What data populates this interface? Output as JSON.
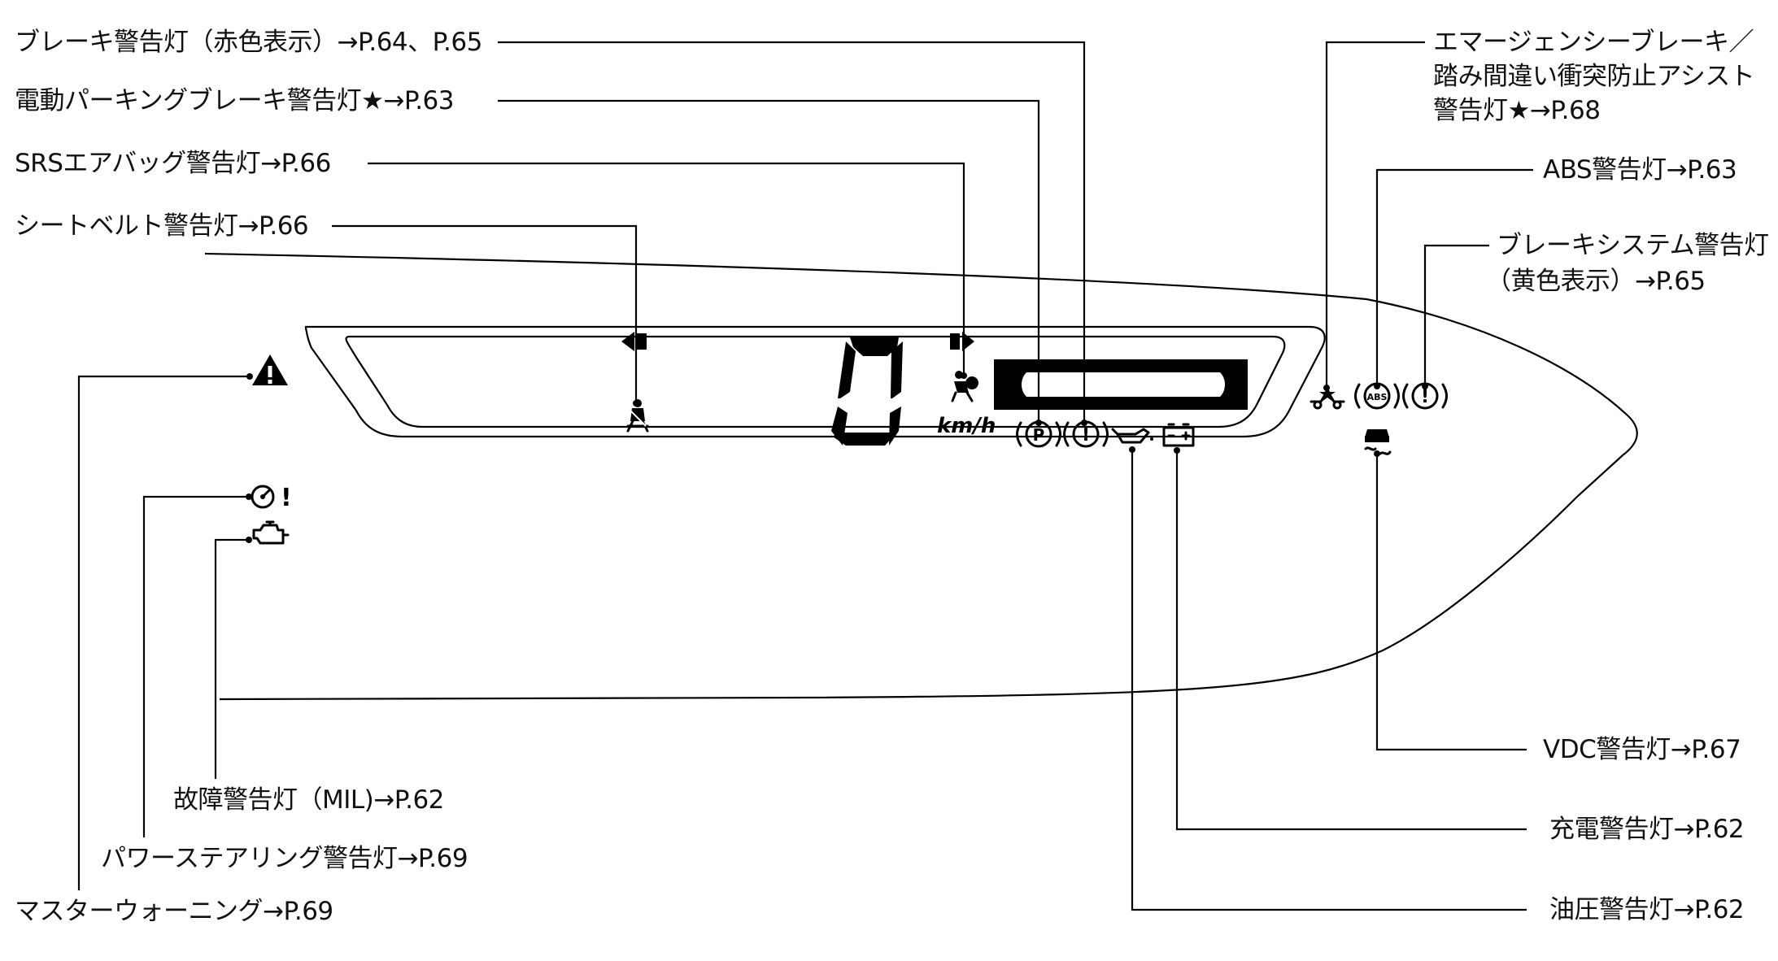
{
  "labels": {
    "brake_red": "ブレーキ警告灯（赤色表示）→P.64、P.65",
    "epb": "電動パーキングブレーキ警告灯★→P.63",
    "srs": "SRSエアバッグ警告灯→P.66",
    "seatbelt": "シートベルト警告灯→P.66",
    "emergency_line1": "エマージェンシーブレーキ／",
    "emergency_line2": "踏み間違い衝突防止アシスト",
    "emergency_line3": "警告灯★→P.68",
    "abs": "ABS警告灯→P.63",
    "brake_yellow_line1": "ブレーキシステム警告灯",
    "brake_yellow_line2": "（黄色表示）→P.65",
    "mil": "故障警告灯（MIL)→P.62",
    "power_steering": "パワーステアリング警告灯→P.69",
    "master_warning": "マスターウォーニング→P.69",
    "vdc": "VDC警告灯→P.67",
    "charge": "充電警告灯→P.62",
    "oil": "油圧警告灯→P.62"
  },
  "display": {
    "speed": "0",
    "unit": "km/h"
  },
  "icons": {
    "turn_left": "turn-left-arrow-icon",
    "turn_right": "turn-right-arrow-icon",
    "seatbelt": "seatbelt-icon",
    "airbag": "airbag-icon",
    "parking": "parking-brake-icon",
    "brake": "brake-warning-icon",
    "oil": "oil-can-icon",
    "battery": "battery-icon",
    "emergency": "emergency-brake-icon",
    "abs": "abs-icon",
    "brake_yellow": "brake-system-icon",
    "vdc": "vdc-skid-icon",
    "master": "master-warning-icon",
    "steering": "power-steering-icon",
    "engine": "check-engine-icon"
  },
  "colors": {
    "line": "#000000",
    "background": "#ffffff"
  }
}
